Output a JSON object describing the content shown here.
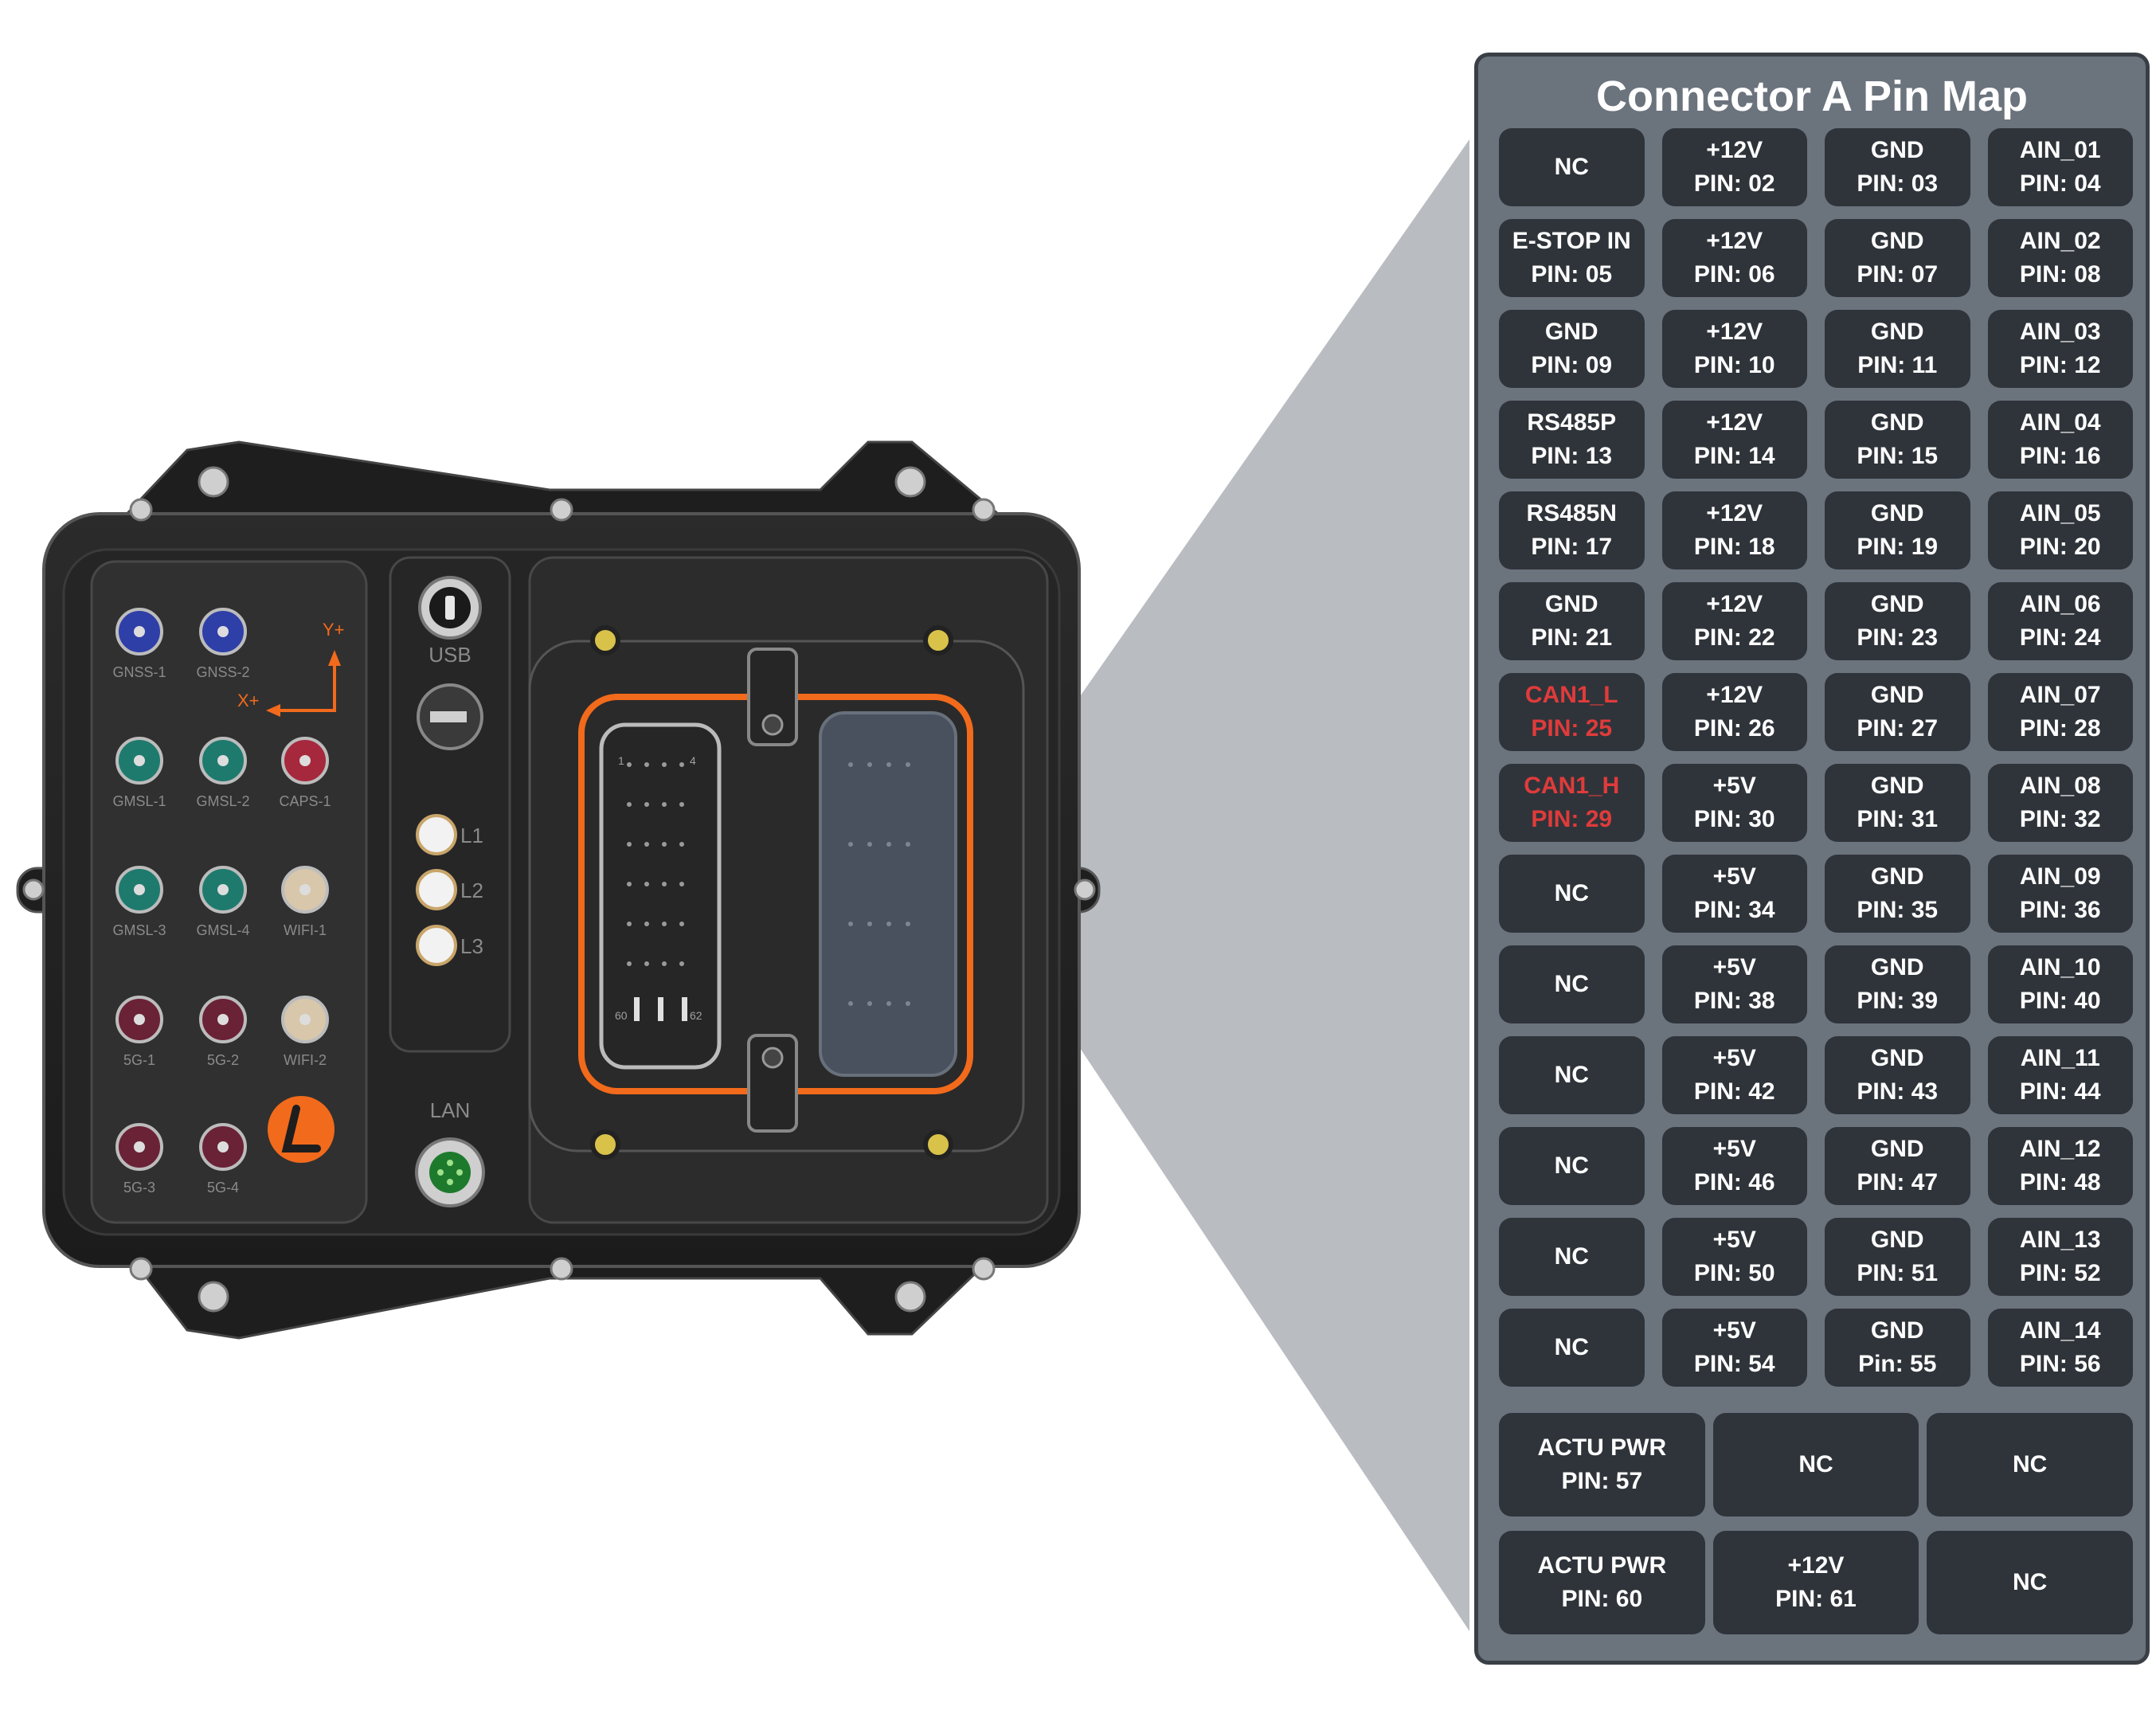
{
  "device": {
    "port_labels": {
      "gnss1": "GNSS-1",
      "gnss2": "GNSS-2",
      "gmsl1": "GMSL-1",
      "gmsl2": "GMSL-2",
      "caps1": "CAPS-1",
      "gmsl3": "GMSL-3",
      "gmsl4": "GMSL-4",
      "wifi1": "WIFI-1",
      "fiveg1": "5G-1",
      "fiveg2": "5G-2",
      "wifi2": "WIFI-2",
      "fiveg3": "5G-3",
      "fiveg4": "5G-4"
    },
    "axis": {
      "y": "Y+",
      "x": "X+"
    },
    "usb_label": "USB",
    "lan_label": "LAN",
    "leds": {
      "l1": "L1",
      "l2": "L2",
      "l3": "L3"
    },
    "connector_pin_marks": {
      "top_left": "1",
      "top_right": "4",
      "bottom_left": "60",
      "bottom_right": "62"
    }
  },
  "colors": {
    "gnss": "#2f3fa8",
    "gmsl": "#1f7a6e",
    "caps": "#a6283c",
    "wifi": "#d8c7aa",
    "fiveg": "#6a2236",
    "accent_orange": "#f26a1b",
    "panel_bg": "#6b737d",
    "cell_bg": "#2f343a",
    "alert_red": "#e03b3b"
  },
  "pin_map": {
    "title": "Connector A Pin Map",
    "rows": [
      [
        {
          "name": "NC",
          "pin": ""
        },
        {
          "name": "+12V",
          "pin": "PIN: 02"
        },
        {
          "name": "GND",
          "pin": "PIN: 03"
        },
        {
          "name": "AIN_01",
          "pin": "PIN: 04"
        }
      ],
      [
        {
          "name": "E-STOP IN",
          "pin": "PIN: 05"
        },
        {
          "name": "+12V",
          "pin": "PIN: 06"
        },
        {
          "name": "GND",
          "pin": "PIN: 07"
        },
        {
          "name": "AIN_02",
          "pin": "PIN: 08"
        }
      ],
      [
        {
          "name": "GND",
          "pin": "PIN: 09"
        },
        {
          "name": "+12V",
          "pin": "PIN: 10"
        },
        {
          "name": "GND",
          "pin": "PIN: 11"
        },
        {
          "name": "AIN_03",
          "pin": "PIN: 12"
        }
      ],
      [
        {
          "name": "RS485P",
          "pin": "PIN: 13"
        },
        {
          "name": "+12V",
          "pin": "PIN: 14"
        },
        {
          "name": "GND",
          "pin": "PIN: 15"
        },
        {
          "name": "AIN_04",
          "pin": "PIN: 16"
        }
      ],
      [
        {
          "name": "RS485N",
          "pin": "PIN: 17"
        },
        {
          "name": "+12V",
          "pin": "PIN: 18"
        },
        {
          "name": "GND",
          "pin": "PIN: 19"
        },
        {
          "name": "AIN_05",
          "pin": "PIN: 20"
        }
      ],
      [
        {
          "name": "GND",
          "pin": "PIN: 21"
        },
        {
          "name": "+12V",
          "pin": "PIN: 22"
        },
        {
          "name": "GND",
          "pin": "PIN: 23"
        },
        {
          "name": "AIN_06",
          "pin": "PIN: 24"
        }
      ],
      [
        {
          "name": "CAN1_L",
          "pin": "PIN: 25",
          "alert": true
        },
        {
          "name": "+12V",
          "pin": "PIN: 26"
        },
        {
          "name": "GND",
          "pin": "PIN: 27"
        },
        {
          "name": "AIN_07",
          "pin": "PIN: 28"
        }
      ],
      [
        {
          "name": "CAN1_H",
          "pin": "PIN: 29",
          "alert": true
        },
        {
          "name": "+5V",
          "pin": "PIN: 30"
        },
        {
          "name": "GND",
          "pin": "PIN: 31"
        },
        {
          "name": "AIN_08",
          "pin": "PIN: 32"
        }
      ],
      [
        {
          "name": "NC",
          "pin": ""
        },
        {
          "name": "+5V",
          "pin": "PIN: 34"
        },
        {
          "name": "GND",
          "pin": "PIN: 35"
        },
        {
          "name": "AIN_09",
          "pin": "PIN: 36"
        }
      ],
      [
        {
          "name": "NC",
          "pin": ""
        },
        {
          "name": "+5V",
          "pin": "PIN: 38"
        },
        {
          "name": "GND",
          "pin": "PIN: 39"
        },
        {
          "name": "AIN_10",
          "pin": "PIN: 40"
        }
      ],
      [
        {
          "name": "NC",
          "pin": ""
        },
        {
          "name": "+5V",
          "pin": "PIN: 42"
        },
        {
          "name": "GND",
          "pin": "PIN: 43"
        },
        {
          "name": "AIN_11",
          "pin": "PIN: 44"
        }
      ],
      [
        {
          "name": "NC",
          "pin": ""
        },
        {
          "name": "+5V",
          "pin": "PIN: 46"
        },
        {
          "name": "GND",
          "pin": "PIN: 47"
        },
        {
          "name": "AIN_12",
          "pin": "PIN: 48"
        }
      ],
      [
        {
          "name": "NC",
          "pin": ""
        },
        {
          "name": "+5V",
          "pin": "PIN: 50"
        },
        {
          "name": "GND",
          "pin": "PIN: 51"
        },
        {
          "name": "AIN_13",
          "pin": "PIN: 52"
        }
      ],
      [
        {
          "name": "NC",
          "pin": ""
        },
        {
          "name": "+5V",
          "pin": "PIN: 54"
        },
        {
          "name": "GND",
          "pin": "Pin: 55"
        },
        {
          "name": "AIN_14",
          "pin": "PIN: 56"
        }
      ]
    ],
    "bottom_rows": [
      [
        {
          "name": "ACTU PWR",
          "pin": "PIN: 57"
        },
        {
          "name": "NC",
          "pin": ""
        },
        {
          "name": "NC",
          "pin": ""
        }
      ],
      [
        {
          "name": "ACTU PWR",
          "pin": "PIN: 60"
        },
        {
          "name": "+12V",
          "pin": "PIN: 61"
        },
        {
          "name": "NC",
          "pin": ""
        }
      ]
    ]
  }
}
